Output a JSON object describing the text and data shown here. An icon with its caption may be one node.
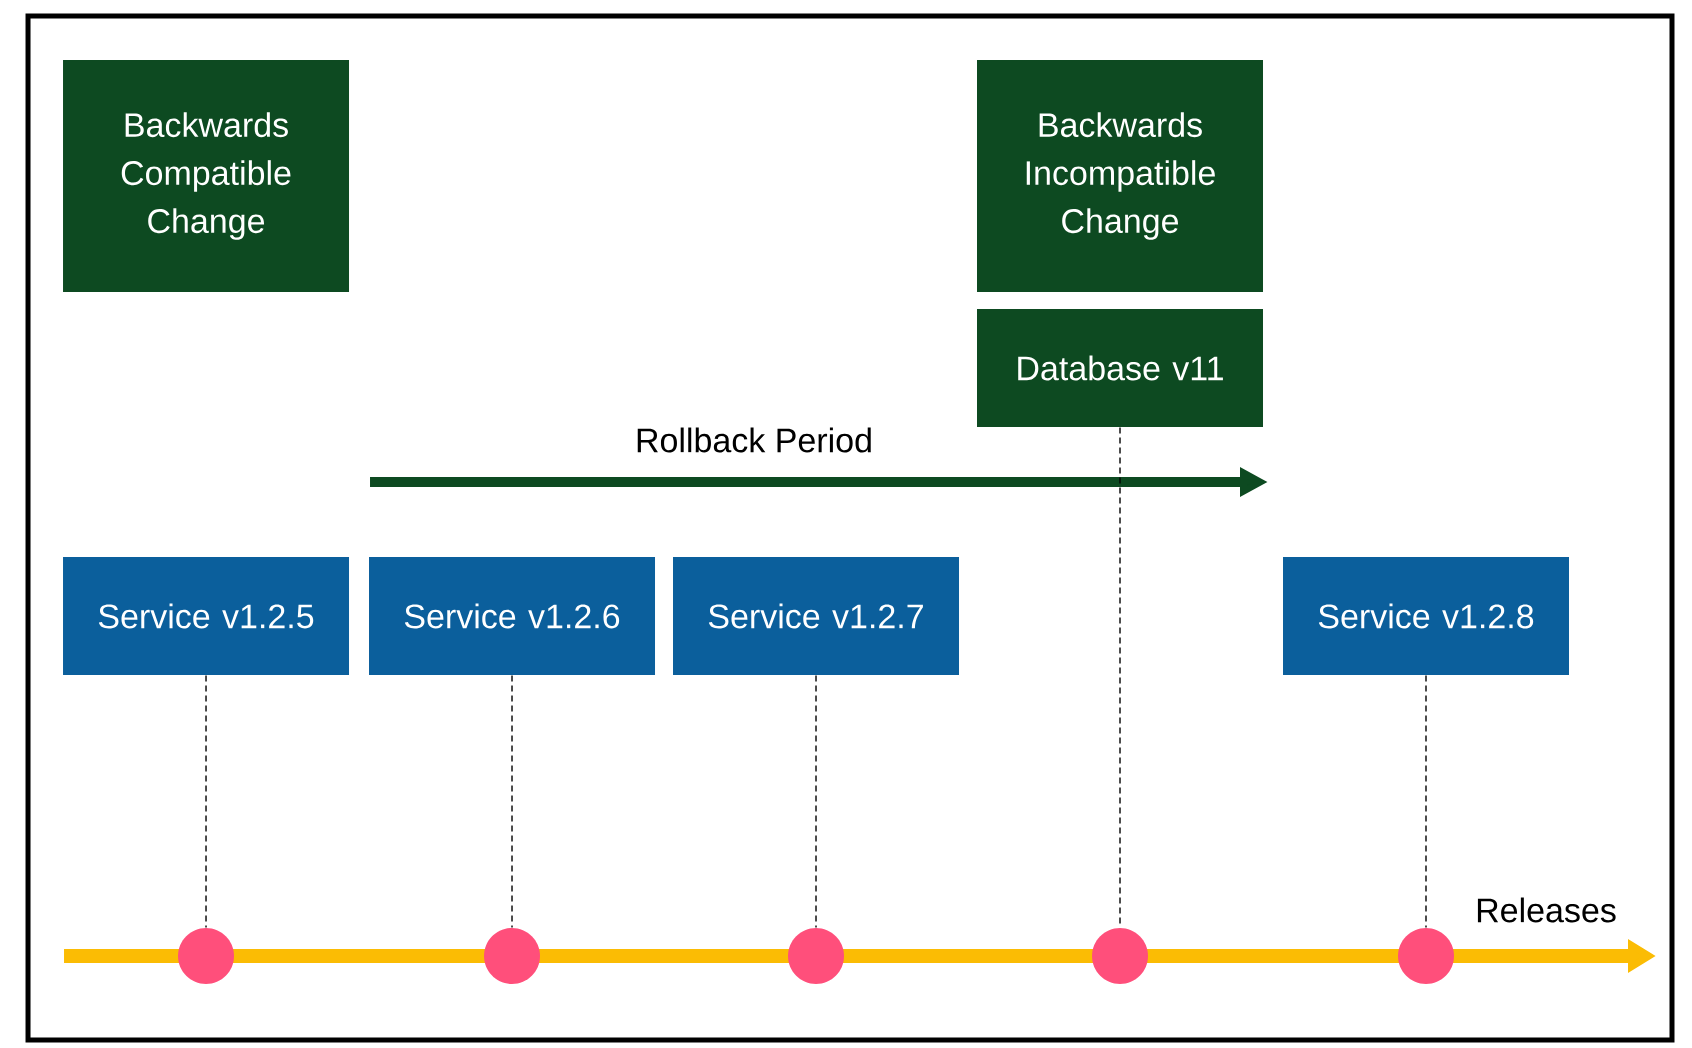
{
  "diagram": {
    "nodes": [
      {
        "text": [
          "Backwards Compatible Change"
        ]
      },
      {
        "text": [
          "Backwards Incompatible Change"
        ]
      },
      {
        "text": [
          "Database v11"
        ]
      },
      {
        "text": [
          "Service v1.2.5"
        ]
      },
      {
        "text": [
          "Service v1.2.6"
        ]
      },
      {
        "text": [
          "Service v1.2.7"
        ]
      },
      {
        "text": [
          "Service v1.2.8"
        ]
      },
      {
        "text": [],
        "shape": "circle"
      },
      {
        "text": [],
        "shape": "circle"
      },
      {
        "text": [],
        "shape": "circle"
      },
      {
        "text": [],
        "shape": "circle"
      },
      {
        "text": [],
        "shape": "circle"
      }
    ],
    "edges": [
      {
        "from": 3,
        "to": 7,
        "arrow": "none",
        "style": "dashed"
      },
      {
        "from": 4,
        "to": 8,
        "arrow": "none",
        "style": "dashed"
      },
      {
        "from": 5,
        "to": 9,
        "arrow": "none",
        "style": "dashed"
      },
      {
        "from": 2,
        "to": 10,
        "arrow": "none",
        "style": "dashed"
      },
      {
        "from": 6,
        "to": 11,
        "arrow": "none",
        "style": "dashed"
      }
    ],
    "labels": [
      "Rollback Period",
      "Releases"
    ]
  }
}
